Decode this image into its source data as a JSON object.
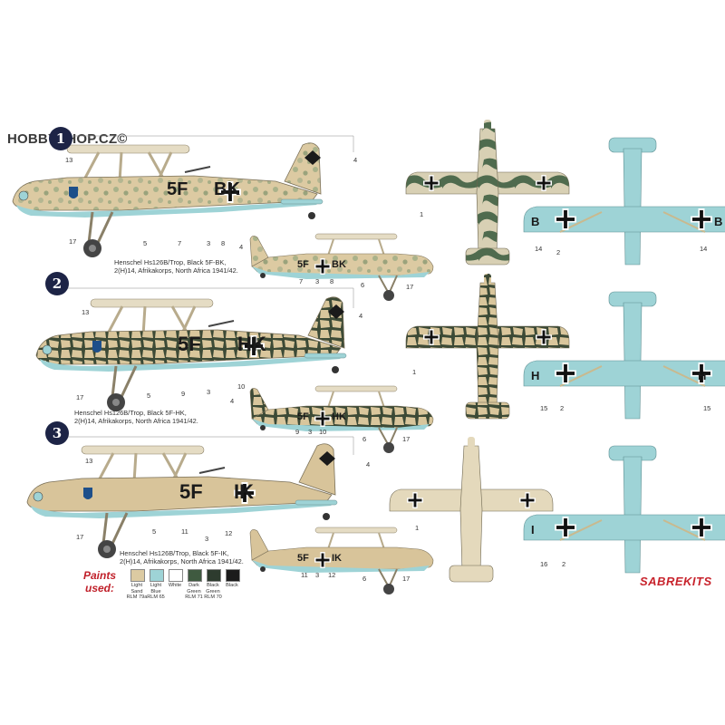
{
  "watermark": "HOBBYSHOP.CZ©",
  "schemes": [
    {
      "number": "1",
      "code_left": "5F",
      "code_right": "BK",
      "small_code_left": "5F",
      "small_code_right": "BK",
      "caption": [
        "Henschel Hs126B/Trop, Black 5F-BK,",
        "2(H)14, Afrikakorps, North Africa 1941/42."
      ],
      "wing_letter": "B"
    },
    {
      "number": "2",
      "code_left": "5F",
      "code_right": "HK",
      "small_code_left": "5F",
      "small_code_right": "HK",
      "caption": [
        "Henschel Hs126B/Trop, Black 5F-HK,",
        "2(H)14, Afrikakorps, North Africa 1941/42."
      ],
      "wing_letter": "H"
    },
    {
      "number": "3",
      "code_left": "5F",
      "code_right": "IK",
      "small_code_left": "5F",
      "small_code_right": "IK",
      "caption": [
        "Henschel Hs126B/Trop, Black 5F-IK,",
        "2(H)14, Afrikakorps, North Africa 1941/42."
      ],
      "wing_letter": "I"
    }
  ],
  "callouts": {
    "c13a": "13",
    "c17a": "17",
    "c5a": "5",
    "c7a": "7",
    "c3a": "3",
    "c8a": "8",
    "c4a": "4",
    "s4a": "4",
    "s7a": "7",
    "s3a": "3",
    "s8a": "8",
    "s6a": "6",
    "s17a": "17",
    "t1a": "1",
    "b14l": "14",
    "b2a": "2",
    "b14r": "14",
    "c13b": "13",
    "c17b": "17",
    "c5b": "5",
    "c9b": "9",
    "c3b": "3",
    "c10b": "10",
    "c4b": "4",
    "s4b": "4",
    "s9b": "9",
    "s3b": "3",
    "s10b": "10",
    "s6b": "6",
    "s17b": "17",
    "t1b": "1",
    "b15l": "15",
    "b2b": "2",
    "b15r": "15",
    "c13c": "13",
    "c17c": "17",
    "c5c": "5",
    "c11c": "11",
    "c3c": "3",
    "c12c": "12",
    "c4c": "4",
    "s11c": "11",
    "s3c": "3",
    "s12c": "12",
    "s6c": "6",
    "s17c": "17",
    "t1c": "1",
    "b16l": "16",
    "b2c": "2"
  },
  "paints_label": [
    "Paints",
    "used:"
  ],
  "paints": [
    {
      "color": "#dccaa2",
      "label": [
        "Light",
        "Sand",
        "RLM 79a"
      ]
    },
    {
      "color": "#9ed3d6",
      "label": [
        "Light",
        "Blue",
        "RLM 65"
      ]
    },
    {
      "color": "#ffffff",
      "label": [
        "White"
      ]
    },
    {
      "color": "#3f5a40",
      "label": [
        "Dark",
        "Green",
        "RLM 71"
      ]
    },
    {
      "color": "#2d3b2e",
      "label": [
        "Black",
        "Green",
        "RLM 70"
      ]
    },
    {
      "color": "#1b1b1b",
      "label": [
        "Black"
      ]
    }
  ],
  "brand": "SABREKITS",
  "colors": {
    "sand": "#d8c49a",
    "blue": "#9ed3d6",
    "camo_green": "#4f6b4e",
    "navy": "#1d2446",
    "black": "#1a1a1a"
  }
}
